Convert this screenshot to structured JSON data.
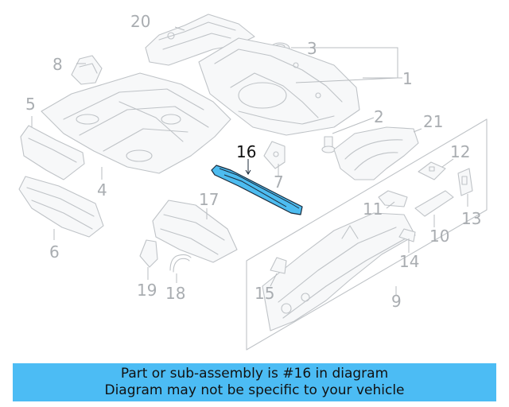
{
  "callouts": {
    "n1": "1",
    "n2": "2",
    "n3": "3",
    "n4": "4",
    "n5": "5",
    "n6": "6",
    "n7": "7",
    "n8": "8",
    "n9": "9",
    "n10": "10",
    "n11": "11",
    "n12": "12",
    "n13": "13",
    "n14": "14",
    "n15": "15",
    "n16": "16",
    "n17": "17",
    "n18": "18",
    "n19": "19",
    "n20": "20",
    "n21": "21"
  },
  "highlighted_part": "16",
  "colors": {
    "highlight": "#4dbcf0",
    "banner": "#4cbcf4",
    "line_art": "#bfc3c7"
  },
  "banner": {
    "line1": "Part or sub-assembly is #16 in diagram",
    "line2": "Diagram may not be specific to your vehicle"
  }
}
